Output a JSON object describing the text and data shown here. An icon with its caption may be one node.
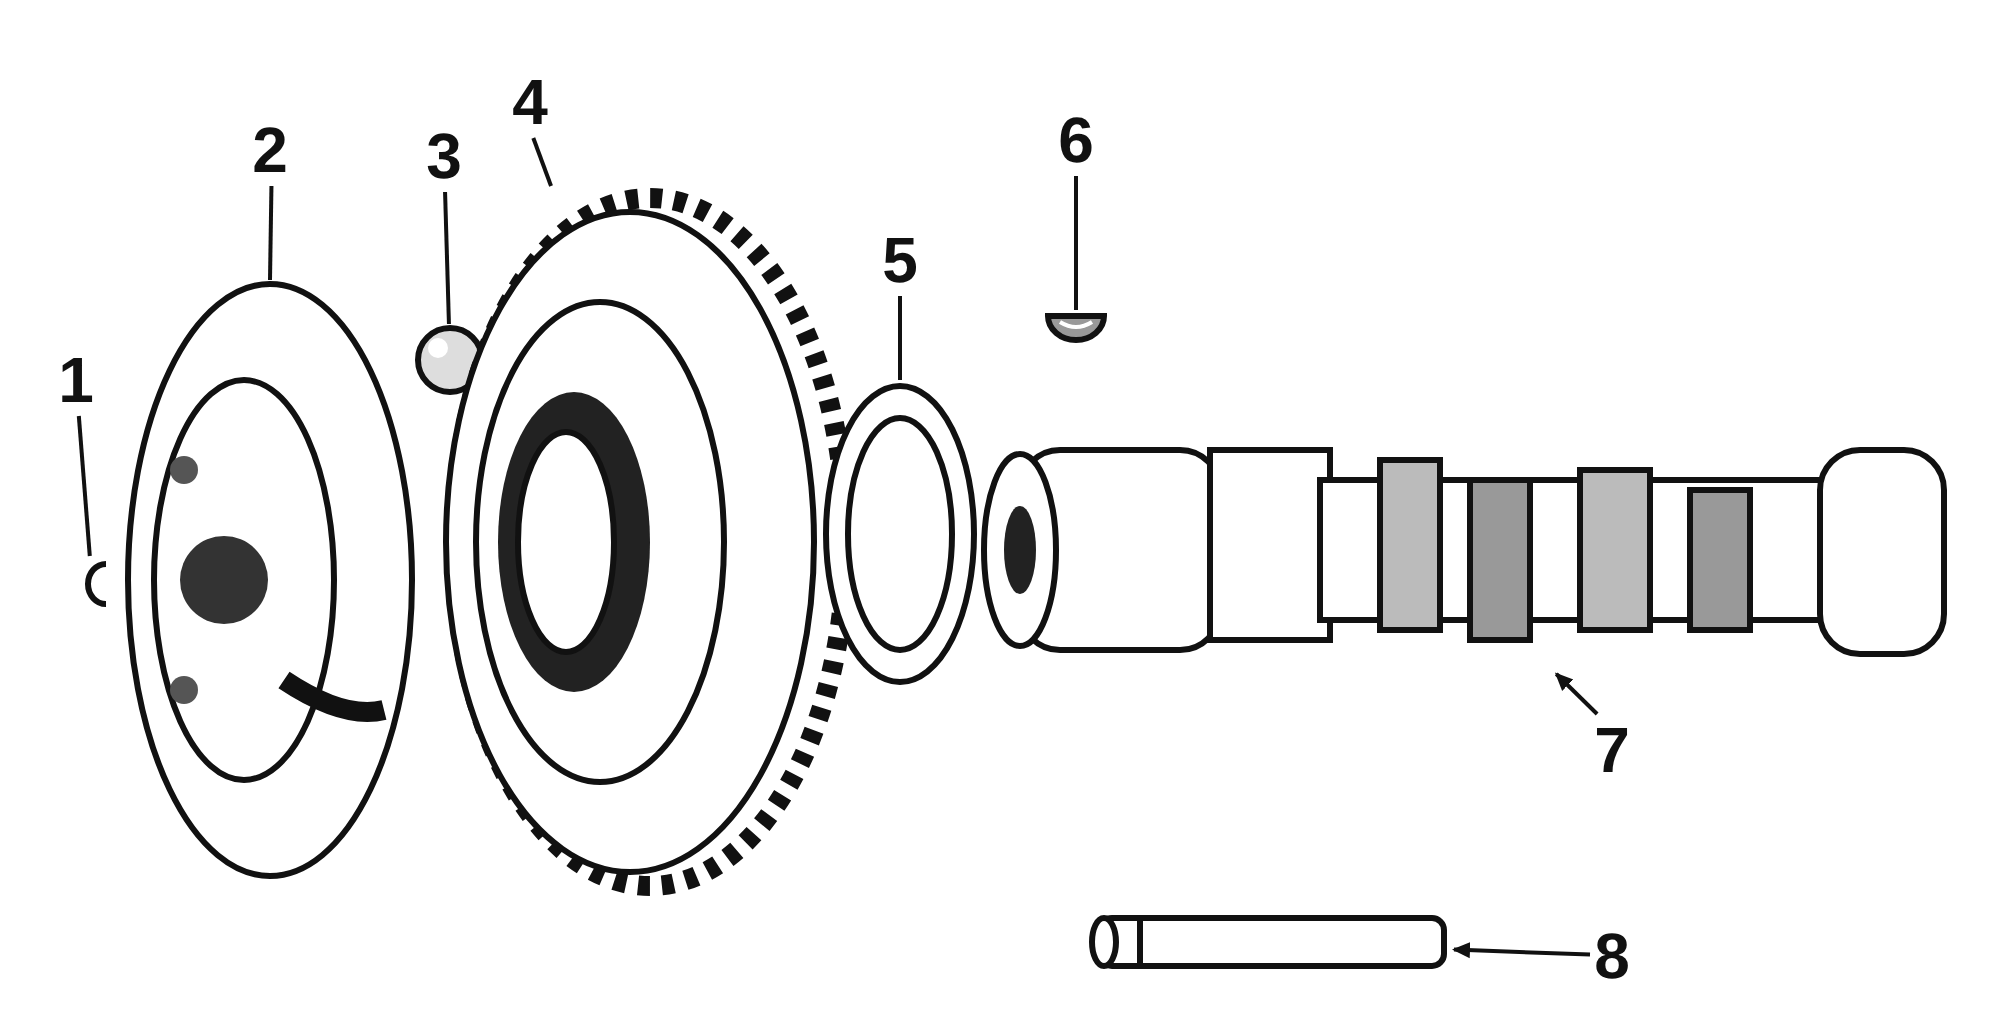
{
  "diagram": {
    "nodes": [
      {
        "text": [
          "1"
        ]
      },
      {
        "text": [
          "2"
        ]
      },
      {
        "text": [
          "3"
        ]
      },
      {
        "text": [
          "4"
        ]
      },
      {
        "text": [
          "5"
        ]
      },
      {
        "text": [
          "6"
        ]
      },
      {
        "text": [
          "7"
        ]
      },
      {
        "text": [
          "8"
        ]
      },
      {
        "text": [],
        "shape": "picture"
      },
      {
        "text": [],
        "shape": "picture"
      },
      {
        "text": [],
        "shape": "picture"
      },
      {
        "text": [],
        "shape": "picture"
      },
      {
        "text": [],
        "shape": "picture"
      },
      {
        "text": [],
        "shape": "picture"
      },
      {
        "text": [],
        "shape": "picture"
      },
      {
        "text": [],
        "shape": "picture"
      }
    ],
    "edges": [
      {
        "from": 0,
        "to": 8,
        "arrow": "none"
      },
      {
        "from": 1,
        "to": 9,
        "arrow": "none"
      },
      {
        "from": 2,
        "to": 10,
        "arrow": "none"
      },
      {
        "from": 3,
        "to": 11,
        "arrow": "none"
      },
      {
        "from": 4,
        "to": 12,
        "arrow": "none"
      },
      {
        "from": 5,
        "to": 13,
        "arrow": "none"
      },
      {
        "from": 6,
        "to": 14,
        "arrow": "to"
      },
      {
        "from": 7,
        "to": 15,
        "arrow": "to"
      }
    ]
  }
}
